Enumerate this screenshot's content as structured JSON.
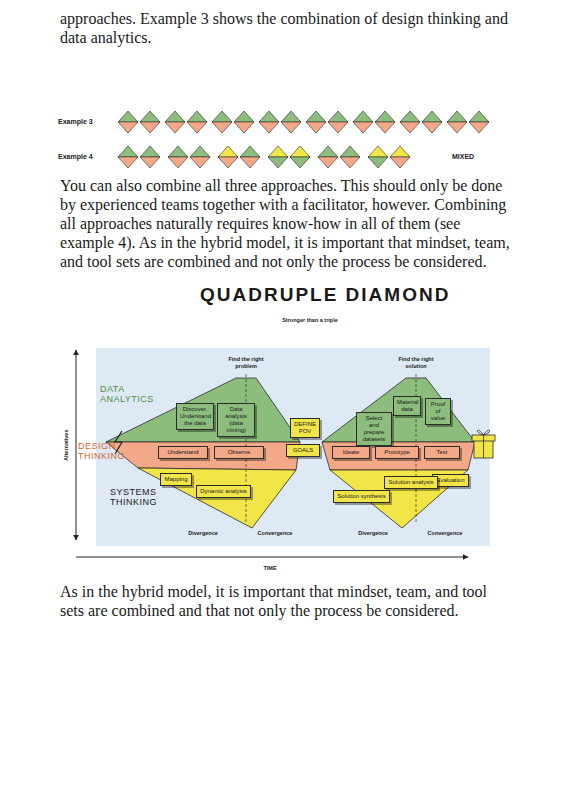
{
  "diagram": {
    "title": "QUADRUPLE DIAMOND",
    "nodes": [
      {
        "text": [
          "Discover, Understand the data"
        ]
      },
      {
        "text": [
          "Data analysis (data mining)"
        ]
      },
      {
        "text": [
          "DEFINE POV"
        ]
      },
      {
        "text": [
          "Material data"
        ]
      },
      {
        "text": [
          "Select and prepare datasets"
        ]
      },
      {
        "text": [
          "Proof of value"
        ]
      },
      {
        "text": [
          "Understand"
        ]
      },
      {
        "text": [
          "Observe"
        ]
      },
      {
        "text": [
          "GOALS"
        ]
      },
      {
        "text": [
          "Ideate"
        ]
      },
      {
        "text": [
          "Prototype"
        ]
      },
      {
        "text": [
          "Test"
        ]
      },
      {
        "text": [
          "Mapping"
        ]
      },
      {
        "text": [
          "Dynamic analysis"
        ]
      },
      {
        "text": [
          "Evaluation"
        ]
      },
      {
        "text": [
          "Solution analysis"
        ]
      },
      {
        "text": [
          "Solution synthesis"
        ]
      }
    ],
    "labels": [
      "approaches. Example 3 shows the combination of design thinking and data analytics.",
      "Example 3",
      "Example 4",
      "MIXED",
      "You can also combine all three approaches. This should only be done by experienced teams together with a facilitator, however. Combining all approaches naturally requires know-how in all of them (see example 4). As in the hybrid model, it is important that mindset, team, and tool sets are combined and not only the process be considered.",
      "Stronger than a triple",
      "Find the right problem",
      "Find the right solution",
      "DATA ANALYTICS",
      "DESIGN THINKING",
      "SYSTEMS THINKING",
      "Alternatives",
      "Divergence",
      "Convergence",
      "Divergence",
      "Convergence",
      "TIME",
      "As in the hybrid model, it is important that mindset, team, and tool sets are combined and that not only the process be considered."
    ]
  }
}
